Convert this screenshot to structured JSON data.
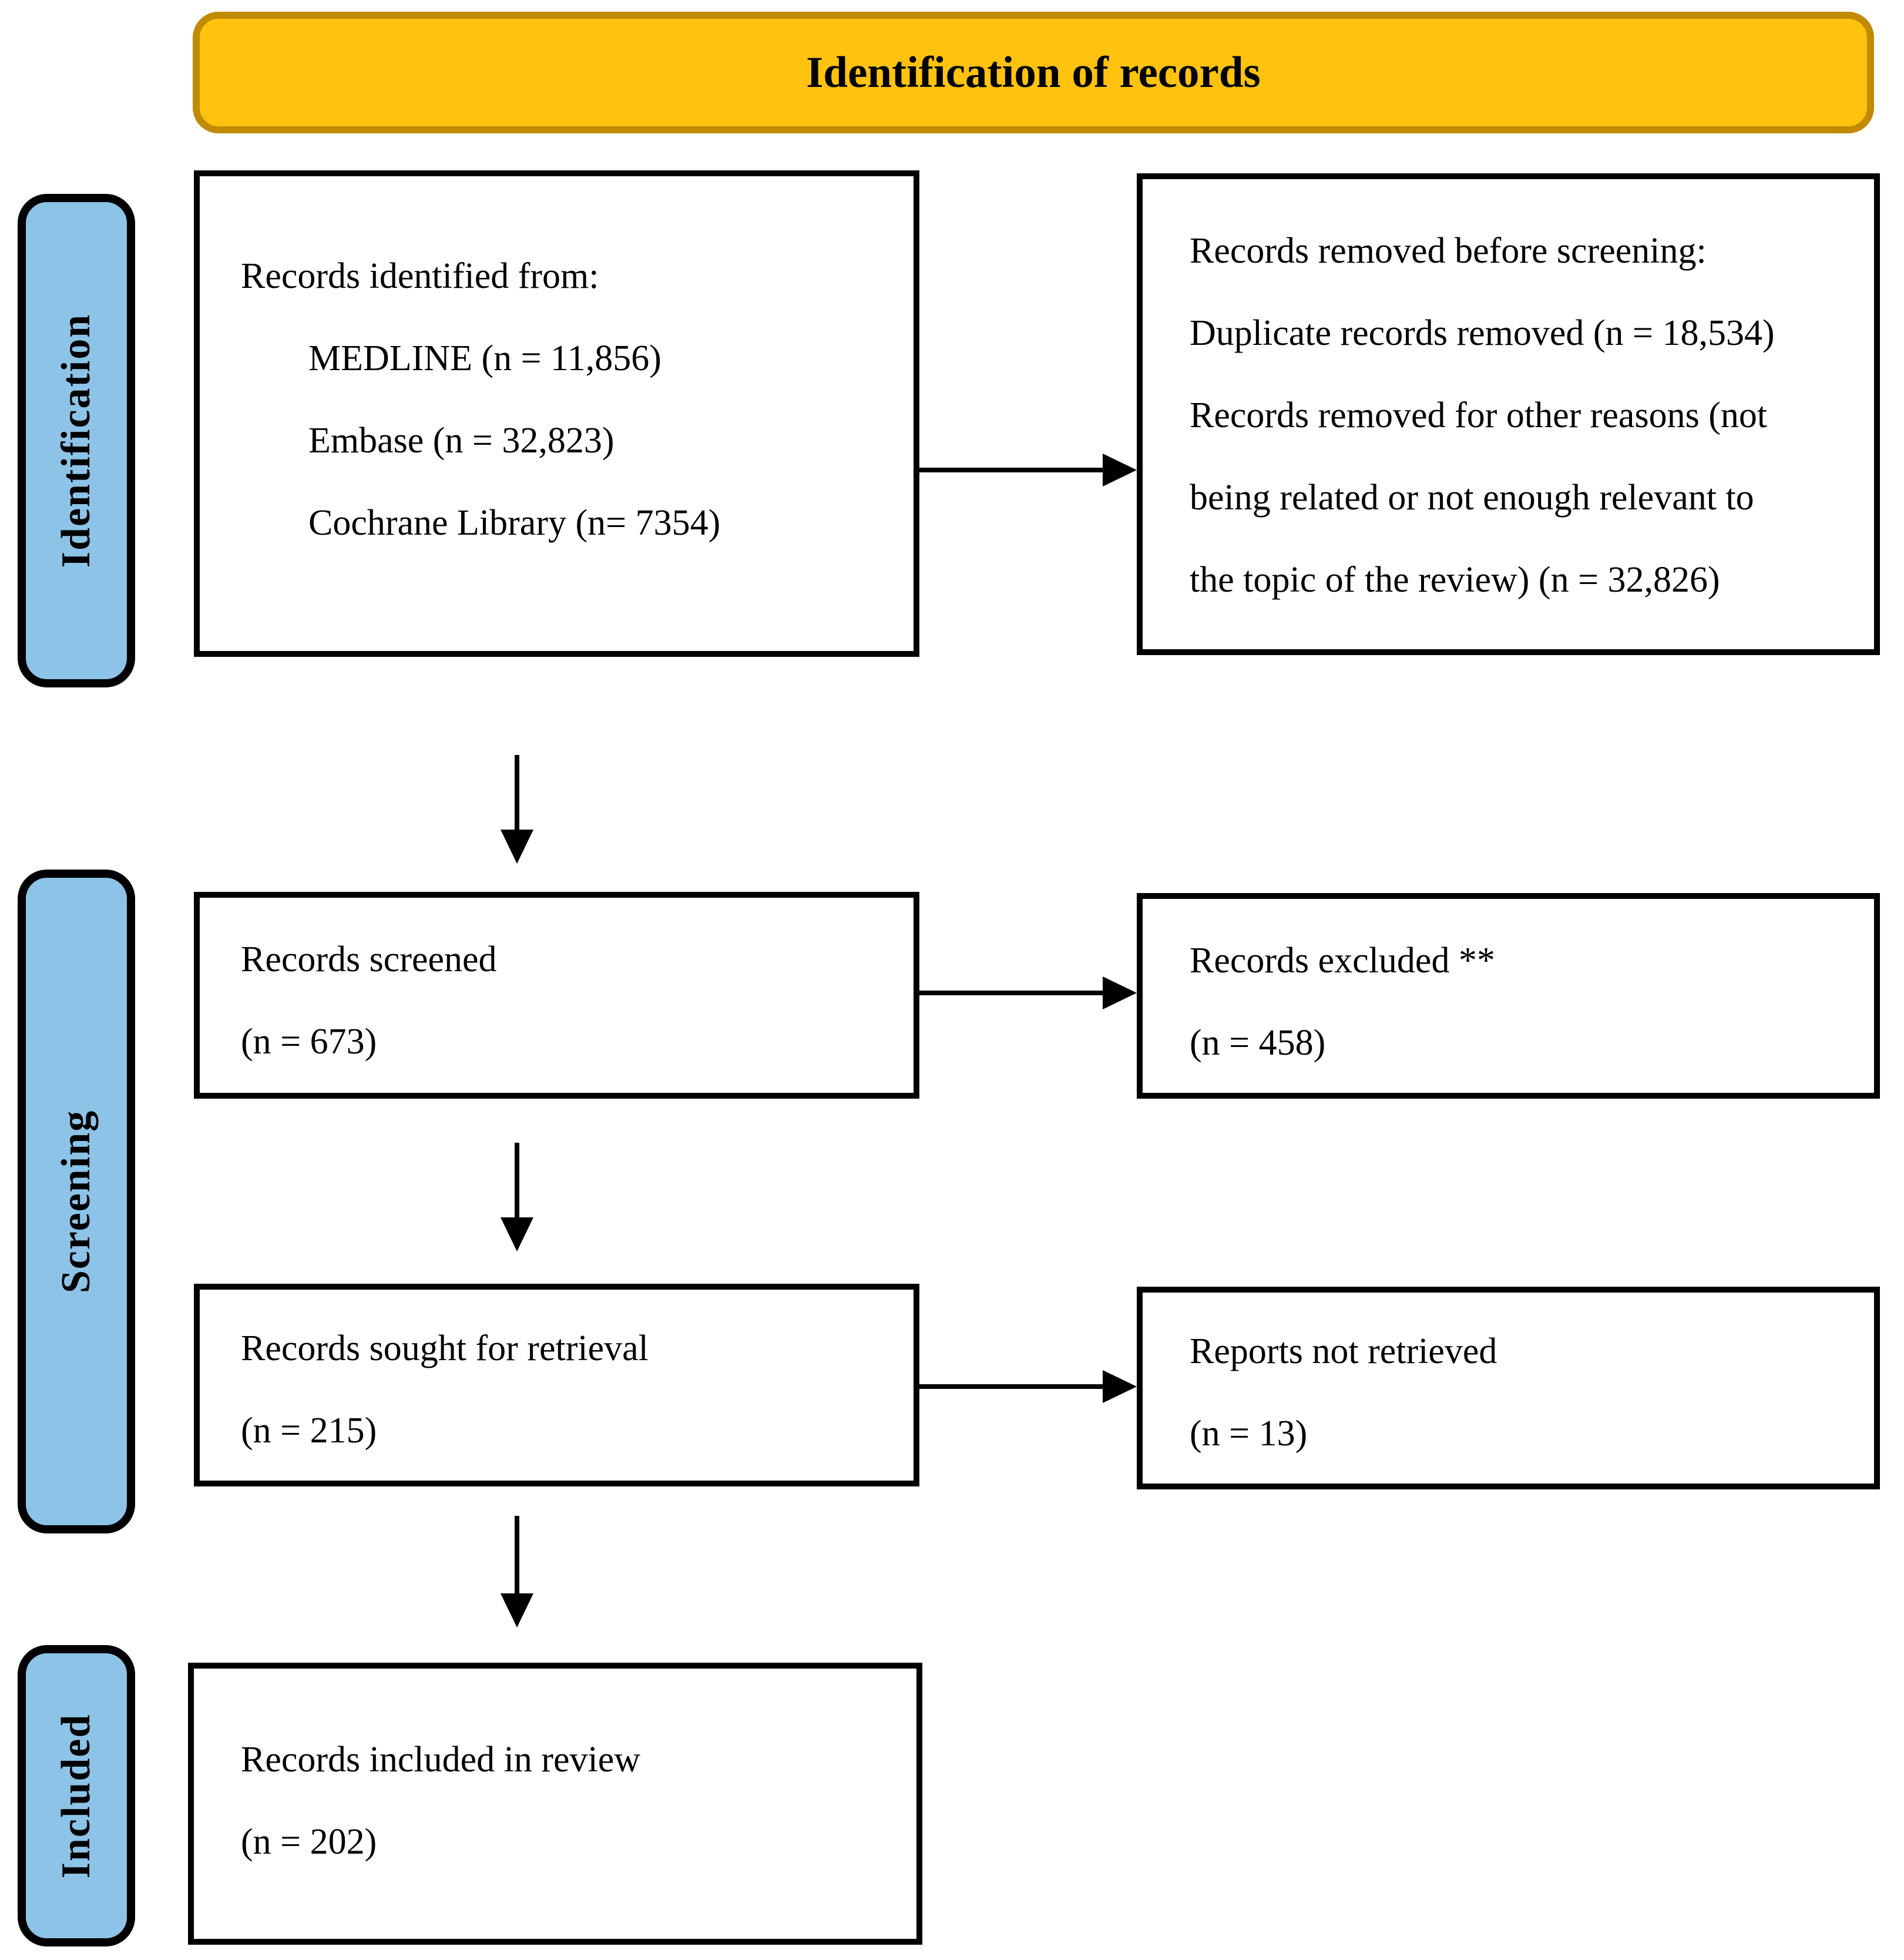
{
  "colors": {
    "header_fill": "#FFC20E",
    "header_border": "#C18A00",
    "stage_fill": "#8DC3E6",
    "line_color": "#000000"
  },
  "header": {
    "title": "Identification of records"
  },
  "sidebar": {
    "stages": [
      {
        "label": "Identification"
      },
      {
        "label": "Screening"
      },
      {
        "label": "Included"
      }
    ]
  },
  "flow": {
    "identified": {
      "lines": [
        "Records identified from:",
        "MEDLINE (n = 11,856)",
        "Embase (n = 32,823)",
        "Cochrane Library (n= 7354)"
      ]
    },
    "removed_before_screening": {
      "lines": [
        "Records removed before screening:",
        "Duplicate records removed (n = 18,534)",
        "Records removed for other reasons (not",
        "being related or not enough relevant to",
        "the topic of the review) (n = 32,826)"
      ]
    },
    "screened": {
      "lines": [
        "Records screened",
        "(n = 673)"
      ]
    },
    "excluded": {
      "lines": [
        "Records excluded **",
        "(n = 458)"
      ]
    },
    "sought": {
      "lines": [
        "Records sought for retrieval",
        "(n = 215)"
      ]
    },
    "not_retrieved": {
      "lines": [
        "Reports not retrieved",
        "(n = 13)"
      ]
    },
    "included_in_review": {
      "lines": [
        "Records included in review",
        "(n = 202)"
      ]
    }
  }
}
